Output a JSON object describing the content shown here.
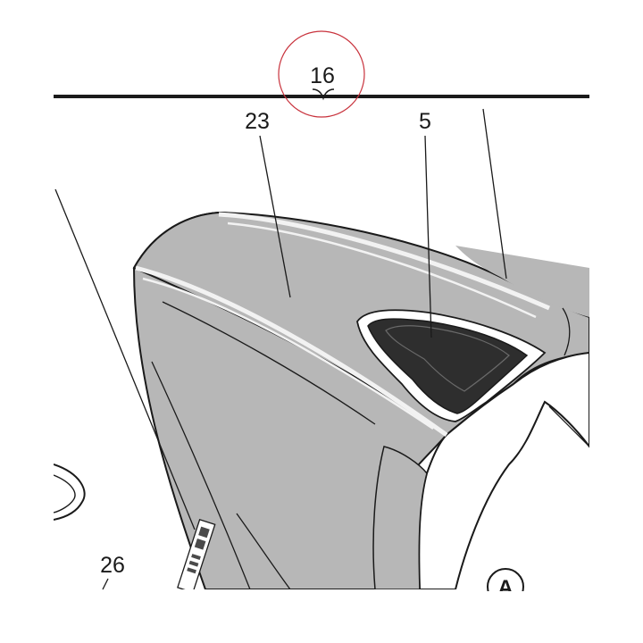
{
  "callouts": {
    "group": "16",
    "seat_cover": "23",
    "emblem": "5",
    "side_part": "26",
    "view_marker": "A"
  },
  "colors": {
    "body_gray": "#b7b7b7",
    "emblem_dark": "#2e2e2e",
    "highlight": "#f2f2f2",
    "line": "#1a1a1a",
    "group_circle": "#c8323c"
  }
}
